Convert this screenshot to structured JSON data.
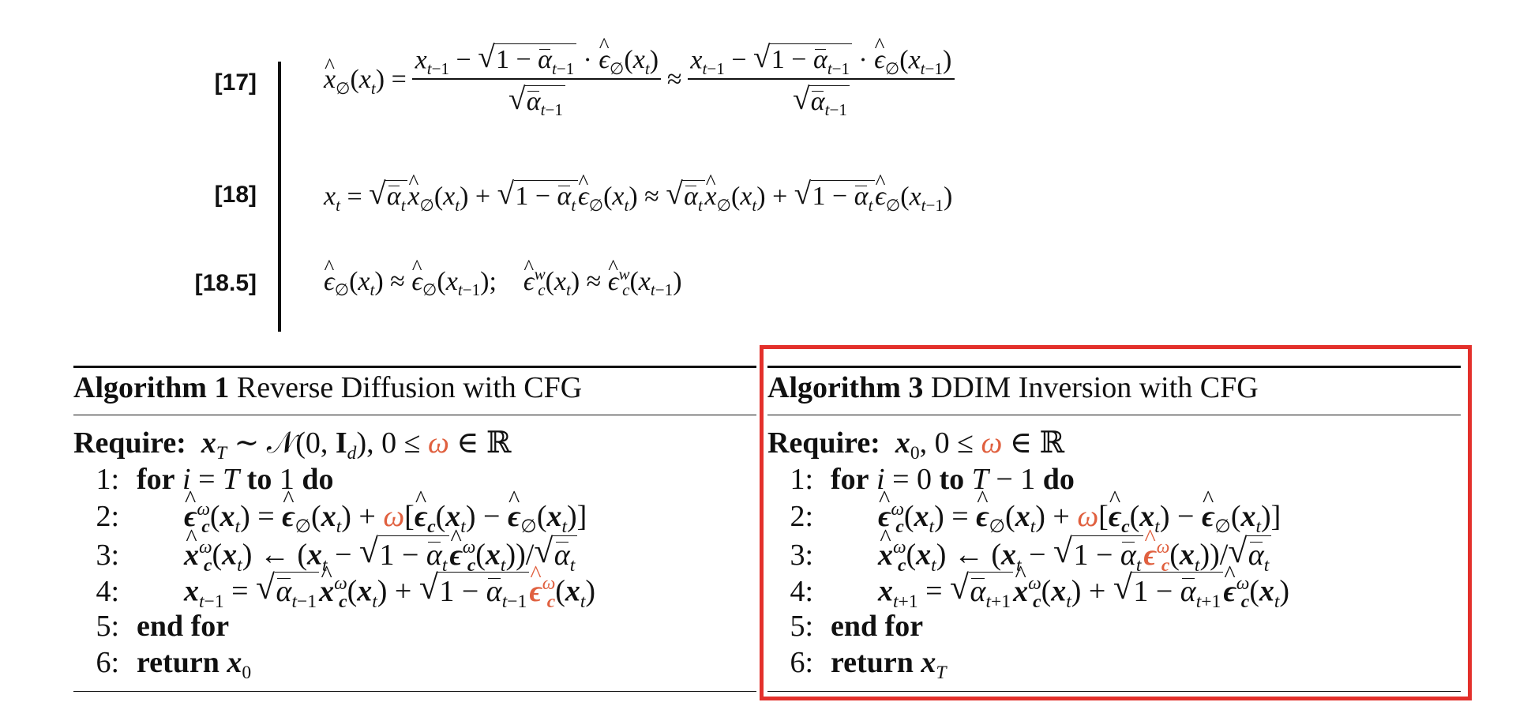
{
  "equations": [
    {
      "label": "[17]"
    },
    {
      "label": "[18]"
    },
    {
      "label": "[18.5]"
    }
  ],
  "algorithm1": {
    "title_bold": "Algorithm 1",
    "title_rest": "Reverse Diffusion with CFG",
    "require": "Require:",
    "lines": [
      {
        "num": "1:",
        "kw_for": "for",
        "kw_to": "to",
        "kw_do": "do"
      },
      {
        "num": "2:"
      },
      {
        "num": "3:"
      },
      {
        "num": "4:"
      },
      {
        "num": "5:",
        "kw": "end for"
      },
      {
        "num": "6:",
        "kw": "return"
      }
    ]
  },
  "algorithm3": {
    "title_bold": "Algorithm 3",
    "title_rest": "DDIM Inversion with CFG",
    "require": "Require:",
    "lines": [
      {
        "num": "1:",
        "kw_for": "for",
        "kw_to": "to",
        "kw_do": "do"
      },
      {
        "num": "2:"
      },
      {
        "num": "3:"
      },
      {
        "num": "4:"
      },
      {
        "num": "5:",
        "kw": "end for"
      },
      {
        "num": "6:",
        "kw": "return"
      }
    ]
  },
  "colors": {
    "accent_omega": "#e0603f",
    "highlight_box": "#e3302b"
  }
}
